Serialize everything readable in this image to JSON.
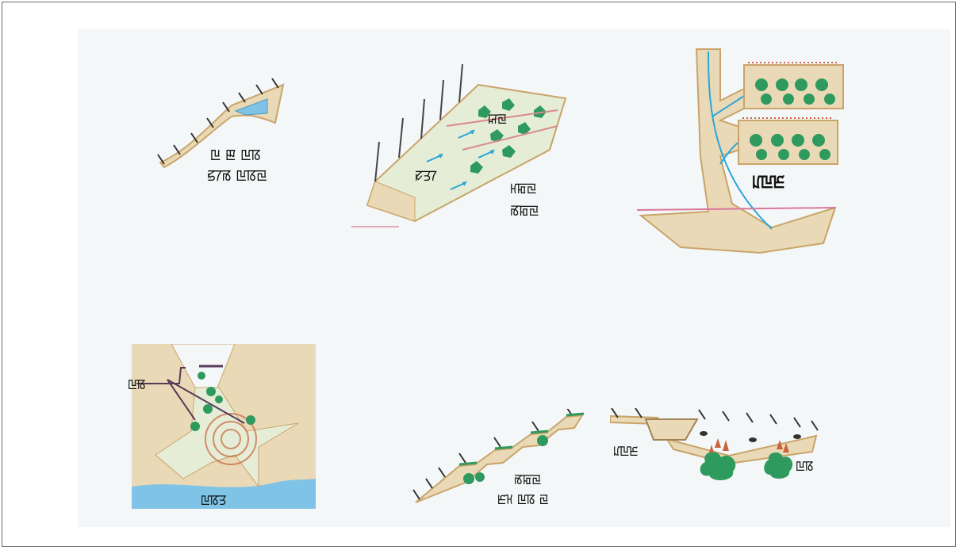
{
  "colors": {
    "earth": "#ead9b6",
    "earth_edge": "#c9a46a",
    "vegetation": "#2f9a5e",
    "water": "#7fc3e6",
    "flow_arrow": "#2aa6d6",
    "seedling": "#c9643d",
    "background": "#f4f7f8",
    "border": "#6b6b6b"
  },
  "labels": {
    "top_left_line1": "ꡖ ꡣ ꡖꡋ",
    "top_left_line2": "ꡝꡱꡏ ꡖꡋꡙ",
    "top_middle_arrow": "ꡛꡗꡱ",
    "top_middle_center": "ꡒꡙ",
    "top_middle_right_line1": "ꡘꡂꡙ",
    "top_middle_right_line2": "ꡏꡂꡙ",
    "top_right": "ꡊꡖꡈ",
    "bottom_left_arrow": "ꡖꡋ",
    "bottom_left_bottom": "ꡖꡋꡗ",
    "bottom_middle_line1": "ꡏꡂꡙ",
    "bottom_middle_line2": "ꡈꡘ ꡖꡋ ꡙ",
    "bottom_right_left": "ꡊꡖꡈ",
    "bottom_right_right": "ꡖꡋ"
  }
}
